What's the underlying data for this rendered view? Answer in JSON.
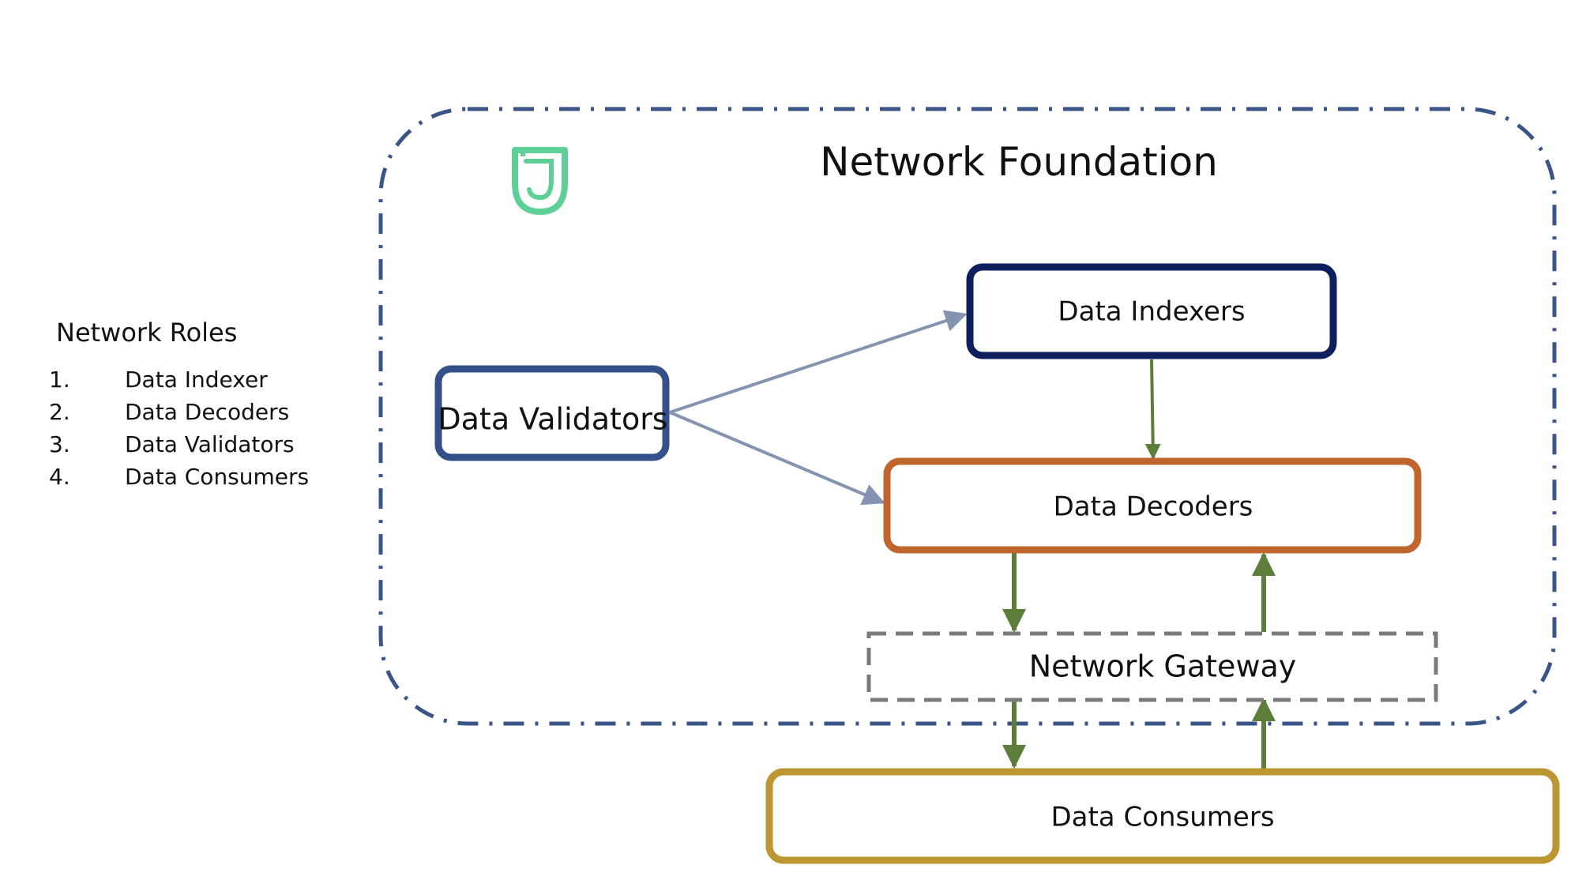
{
  "foundation": {
    "title": "Network Foundation",
    "border_color": "#3a5488"
  },
  "logo": {
    "icon": "shield-u-logo",
    "color": "#5fcf98"
  },
  "roles": {
    "title": "Network Roles",
    "items": [
      {
        "num": "1.",
        "label": "Data Indexer"
      },
      {
        "num": "2.",
        "label": "Data Decoders"
      },
      {
        "num": "3.",
        "label": "Data Validators"
      },
      {
        "num": "4.",
        "label": "Data Consumers"
      }
    ]
  },
  "nodes": {
    "validators": {
      "label": "Data Validators",
      "color": "#34508a"
    },
    "indexers": {
      "label": "Data Indexers",
      "color": "#0d1f5c"
    },
    "decoders": {
      "label": "Data Decoders",
      "color": "#c0652e"
    },
    "gateway": {
      "label": "Network Gateway",
      "color": "#7a7a7a"
    },
    "consumers": {
      "label": "Data Consumers",
      "color": "#bd9632"
    }
  },
  "edges": [
    {
      "from": "validators",
      "to": "indexers",
      "color": "#8494b0"
    },
    {
      "from": "validators",
      "to": "decoders",
      "color": "#8494b0"
    },
    {
      "from": "indexers",
      "to": "decoders",
      "color": "#5d7e3b"
    },
    {
      "from": "decoders",
      "to": "gateway",
      "color": "#5d7e3b"
    },
    {
      "from": "gateway",
      "to": "decoders",
      "color": "#5d7e3b"
    },
    {
      "from": "gateway",
      "to": "consumers",
      "color": "#5d7e3b"
    },
    {
      "from": "consumers",
      "to": "gateway",
      "color": "#5d7e3b"
    }
  ]
}
